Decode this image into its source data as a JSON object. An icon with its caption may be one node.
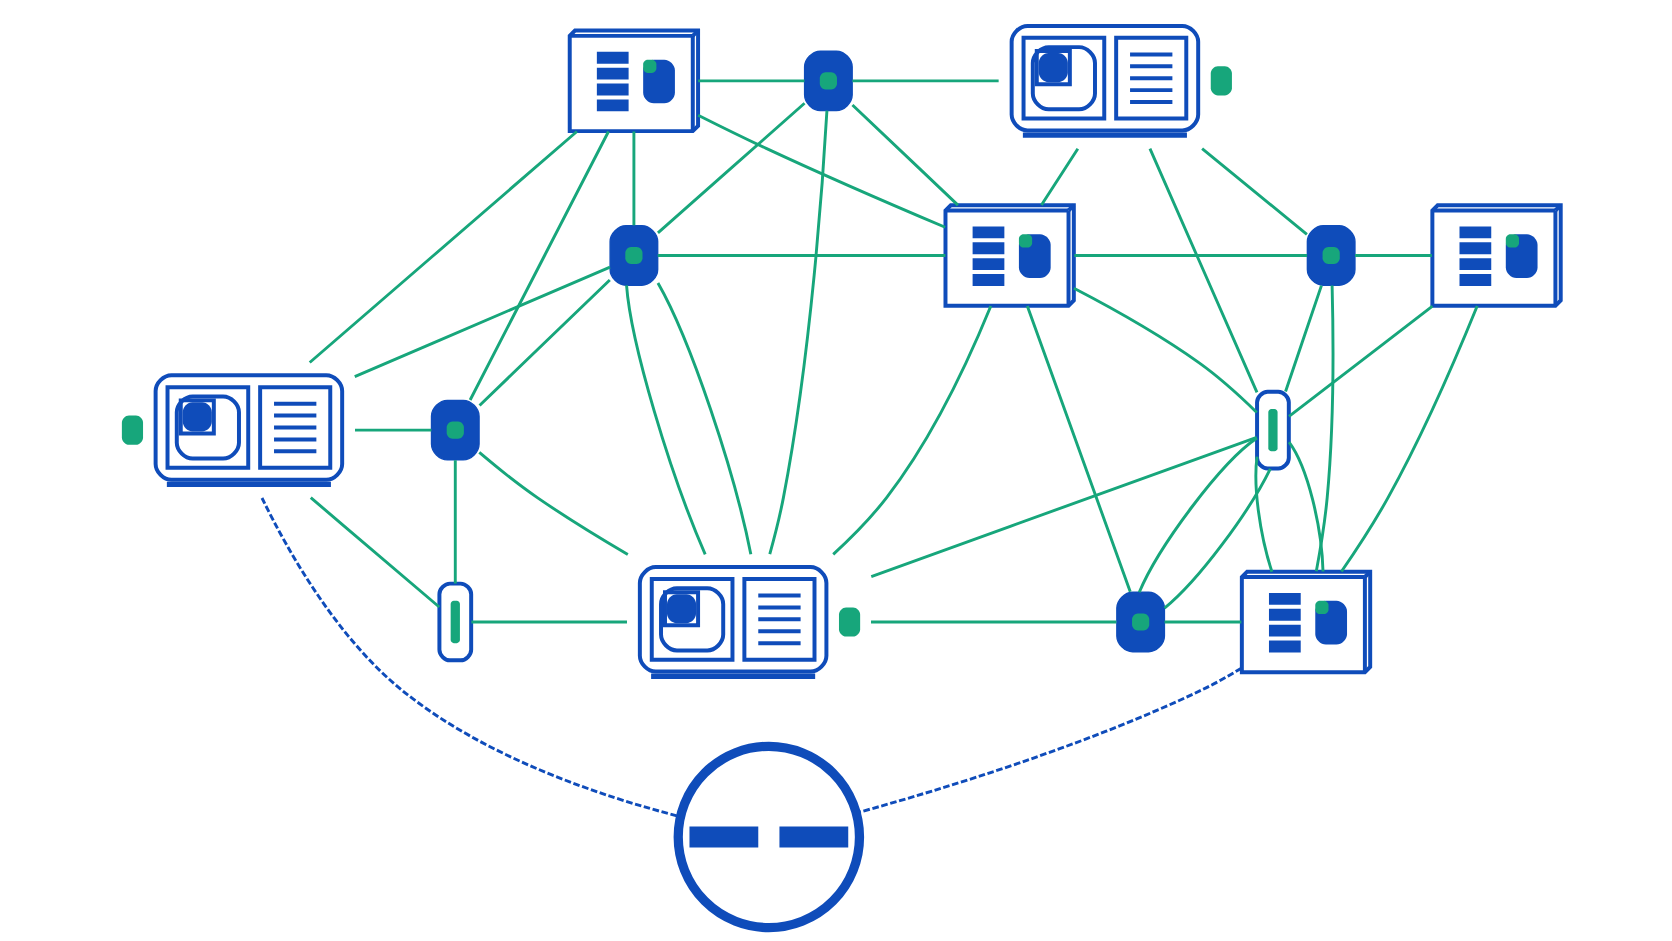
{
  "diagram": {
    "nodes": [
      {
        "text": [],
        "shape": "picture"
      },
      {
        "text": [],
        "shape": "picture"
      },
      {
        "text": [],
        "shape": "picture"
      },
      {
        "text": [],
        "shape": "picture"
      },
      {
        "text": [],
        "shape": "picture"
      },
      {
        "text": [],
        "shape": "picture"
      },
      {
        "text": [],
        "shape": "picture"
      },
      {
        "text": [],
        "shape": "picture"
      },
      {
        "text": [],
        "shape": "picture"
      },
      {
        "text": [],
        "shape": "picture"
      },
      {
        "text": [],
        "shape": "picture"
      },
      {
        "text": [],
        "shape": "picture"
      },
      {
        "text": [],
        "shape": "picture"
      },
      {
        "text": [],
        "shape": "picture"
      },
      {
        "text": [],
        "shape": "picture"
      }
    ],
    "edges": [
      {
        "from": 0,
        "to": 1,
        "arrow": "none"
      },
      {
        "from": 0,
        "to": 4,
        "arrow": "none"
      },
      {
        "from": 0,
        "to": 3,
        "arrow": "none"
      },
      {
        "from": 0,
        "to": 7,
        "arrow": "none"
      },
      {
        "from": 0,
        "to": 8,
        "arrow": "none"
      },
      {
        "from": 1,
        "to": 2,
        "arrow": "none"
      },
      {
        "from": 1,
        "to": 4,
        "arrow": "none"
      },
      {
        "from": 1,
        "to": 3,
        "arrow": "none"
      },
      {
        "from": 1,
        "to": 11,
        "arrow": "none"
      },
      {
        "from": 2,
        "to": 4,
        "arrow": "none"
      },
      {
        "from": 2,
        "to": 5,
        "arrow": "none"
      },
      {
        "from": 2,
        "to": 9,
        "arrow": "none"
      },
      {
        "from": 3,
        "to": 4,
        "arrow": "none"
      },
      {
        "from": 3,
        "to": 7,
        "arrow": "none"
      },
      {
        "from": 3,
        "to": 8,
        "arrow": "none"
      },
      {
        "from": 3,
        "to": 11,
        "arrow": "none"
      },
      {
        "from": 3,
        "to": 11,
        "arrow": "none"
      },
      {
        "from": 4,
        "to": 5,
        "arrow": "none"
      },
      {
        "from": 4,
        "to": 9,
        "arrow": "none"
      },
      {
        "from": 4,
        "to": 12,
        "arrow": "none"
      },
      {
        "from": 4,
        "to": 11,
        "arrow": "none"
      },
      {
        "from": 5,
        "to": 6,
        "arrow": "none"
      },
      {
        "from": 5,
        "to": 9,
        "arrow": "none"
      },
      {
        "from": 5,
        "to": 13,
        "arrow": "none"
      },
      {
        "from": 6,
        "to": 9,
        "arrow": "none"
      },
      {
        "from": 6,
        "to": 13,
        "arrow": "none"
      },
      {
        "from": 7,
        "to": 8,
        "arrow": "none"
      },
      {
        "from": 7,
        "to": 10,
        "arrow": "none"
      },
      {
        "from": 8,
        "to": 10,
        "arrow": "none"
      },
      {
        "from": 8,
        "to": 11,
        "arrow": "none"
      },
      {
        "from": 9,
        "to": 11,
        "arrow": "none"
      },
      {
        "from": 9,
        "to": 12,
        "arrow": "none"
      },
      {
        "from": 9,
        "to": 13,
        "arrow": "none"
      },
      {
        "from": 9,
        "to": 12,
        "arrow": "none"
      },
      {
        "from": 9,
        "to": 13,
        "arrow": "none"
      },
      {
        "from": 10,
        "to": 11,
        "arrow": "none"
      },
      {
        "from": 11,
        "to": 12,
        "arrow": "none"
      },
      {
        "from": 12,
        "to": 13,
        "arrow": "none"
      },
      {
        "from": 7,
        "to": 14,
        "arrow": "none",
        "style": "dashed",
        "color": "#0f4cba"
      },
      {
        "from": 13,
        "to": 14,
        "arrow": "none",
        "style": "dashed",
        "color": "#0f4cba"
      }
    ]
  }
}
